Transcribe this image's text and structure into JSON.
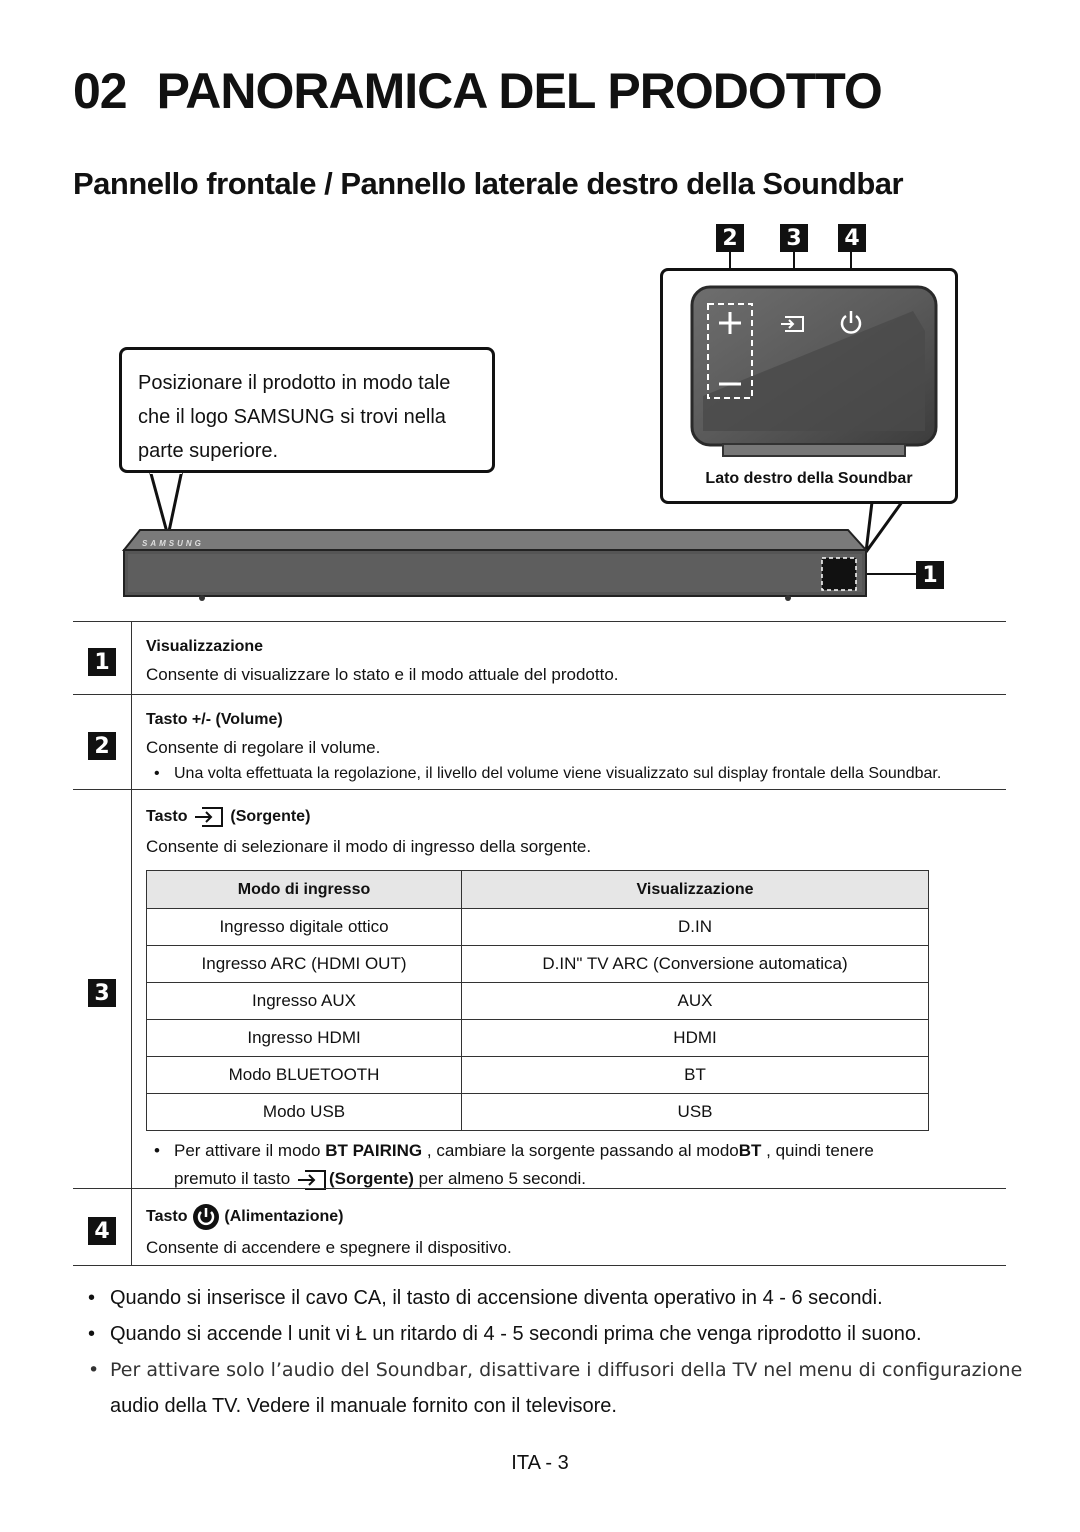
{
  "chapter": {
    "number": "02",
    "title": "PANORAMICA DEL PRODOTTO"
  },
  "section_title": "Pannello frontale / Pannello laterale destro della Soundbar",
  "diagram": {
    "callout_text": "Posizionare il prodotto in modo tale che il logo SAMSUNG si trovi nella parte superiore.",
    "side_label": "Lato destro della Soundbar",
    "brand": "SAMSUNG",
    "markers": [
      "1",
      "2",
      "3",
      "4"
    ]
  },
  "items": [
    {
      "num": "1",
      "title": "Visualizzazione",
      "desc": "Consente di visualizzare lo stato e il modo attuale del prodotto."
    },
    {
      "num": "2",
      "title": "Tasto +/- (Volume)",
      "desc": "Consente di regolare il volume.",
      "note": "Una volta effettuata la regolazione, il livello del volume viene visualizzato sul display frontale della Soundbar."
    },
    {
      "num": "3",
      "title_prefix": "Tasto",
      "title_suffix": "(Sorgente)",
      "desc": "Consente di selezionare il modo di ingresso della sorgente.",
      "table_headers": [
        "Modo di ingresso",
        "Visualizzazione"
      ],
      "table_rows": [
        [
          "Ingresso digitale ottico",
          "D.IN"
        ],
        [
          "Ingresso ARC (HDMI OUT)",
          "D.IN\"   TV ARC (Conversione automatica)"
        ],
        [
          "Ingresso AUX",
          "AUX"
        ],
        [
          "Ingresso HDMI",
          "HDMI"
        ],
        [
          "Modo BLUETOOTH",
          "BT"
        ],
        [
          "Modo USB",
          "USB"
        ]
      ],
      "note_a": "Per attivare il modo ",
      "note_b": "BT PAIRING",
      "note_c": " , cambiare la sorgente passando al modo",
      "note_d": "BT",
      "note_e": " , quindi tenere",
      "note_f": "premuto il tasto ",
      "note_g": "(Sorgente)",
      "note_h": " per almeno 5 secondi."
    },
    {
      "num": "4",
      "title_prefix": "Tasto",
      "title_suffix": "(Alimentazione)",
      "desc": "Consente di accendere e spegnere il dispositivo."
    }
  ],
  "footnotes": [
    "Quando si inserisce il cavo CA, il tasto di accensione diventa operativo in 4 - 6 secondi.",
    "Quando si accende l unit   vi Ł un ritardo di 4 - 5 secondi prima che venga riprodotto il suono.",
    "Per attivare solo l’audio del Soundbar, disattivare i diffusori della TV nel menu di configurazione",
    "audio della TV. Vedere il manuale fornito con il televisore."
  ],
  "page_number": "ITA - 3"
}
